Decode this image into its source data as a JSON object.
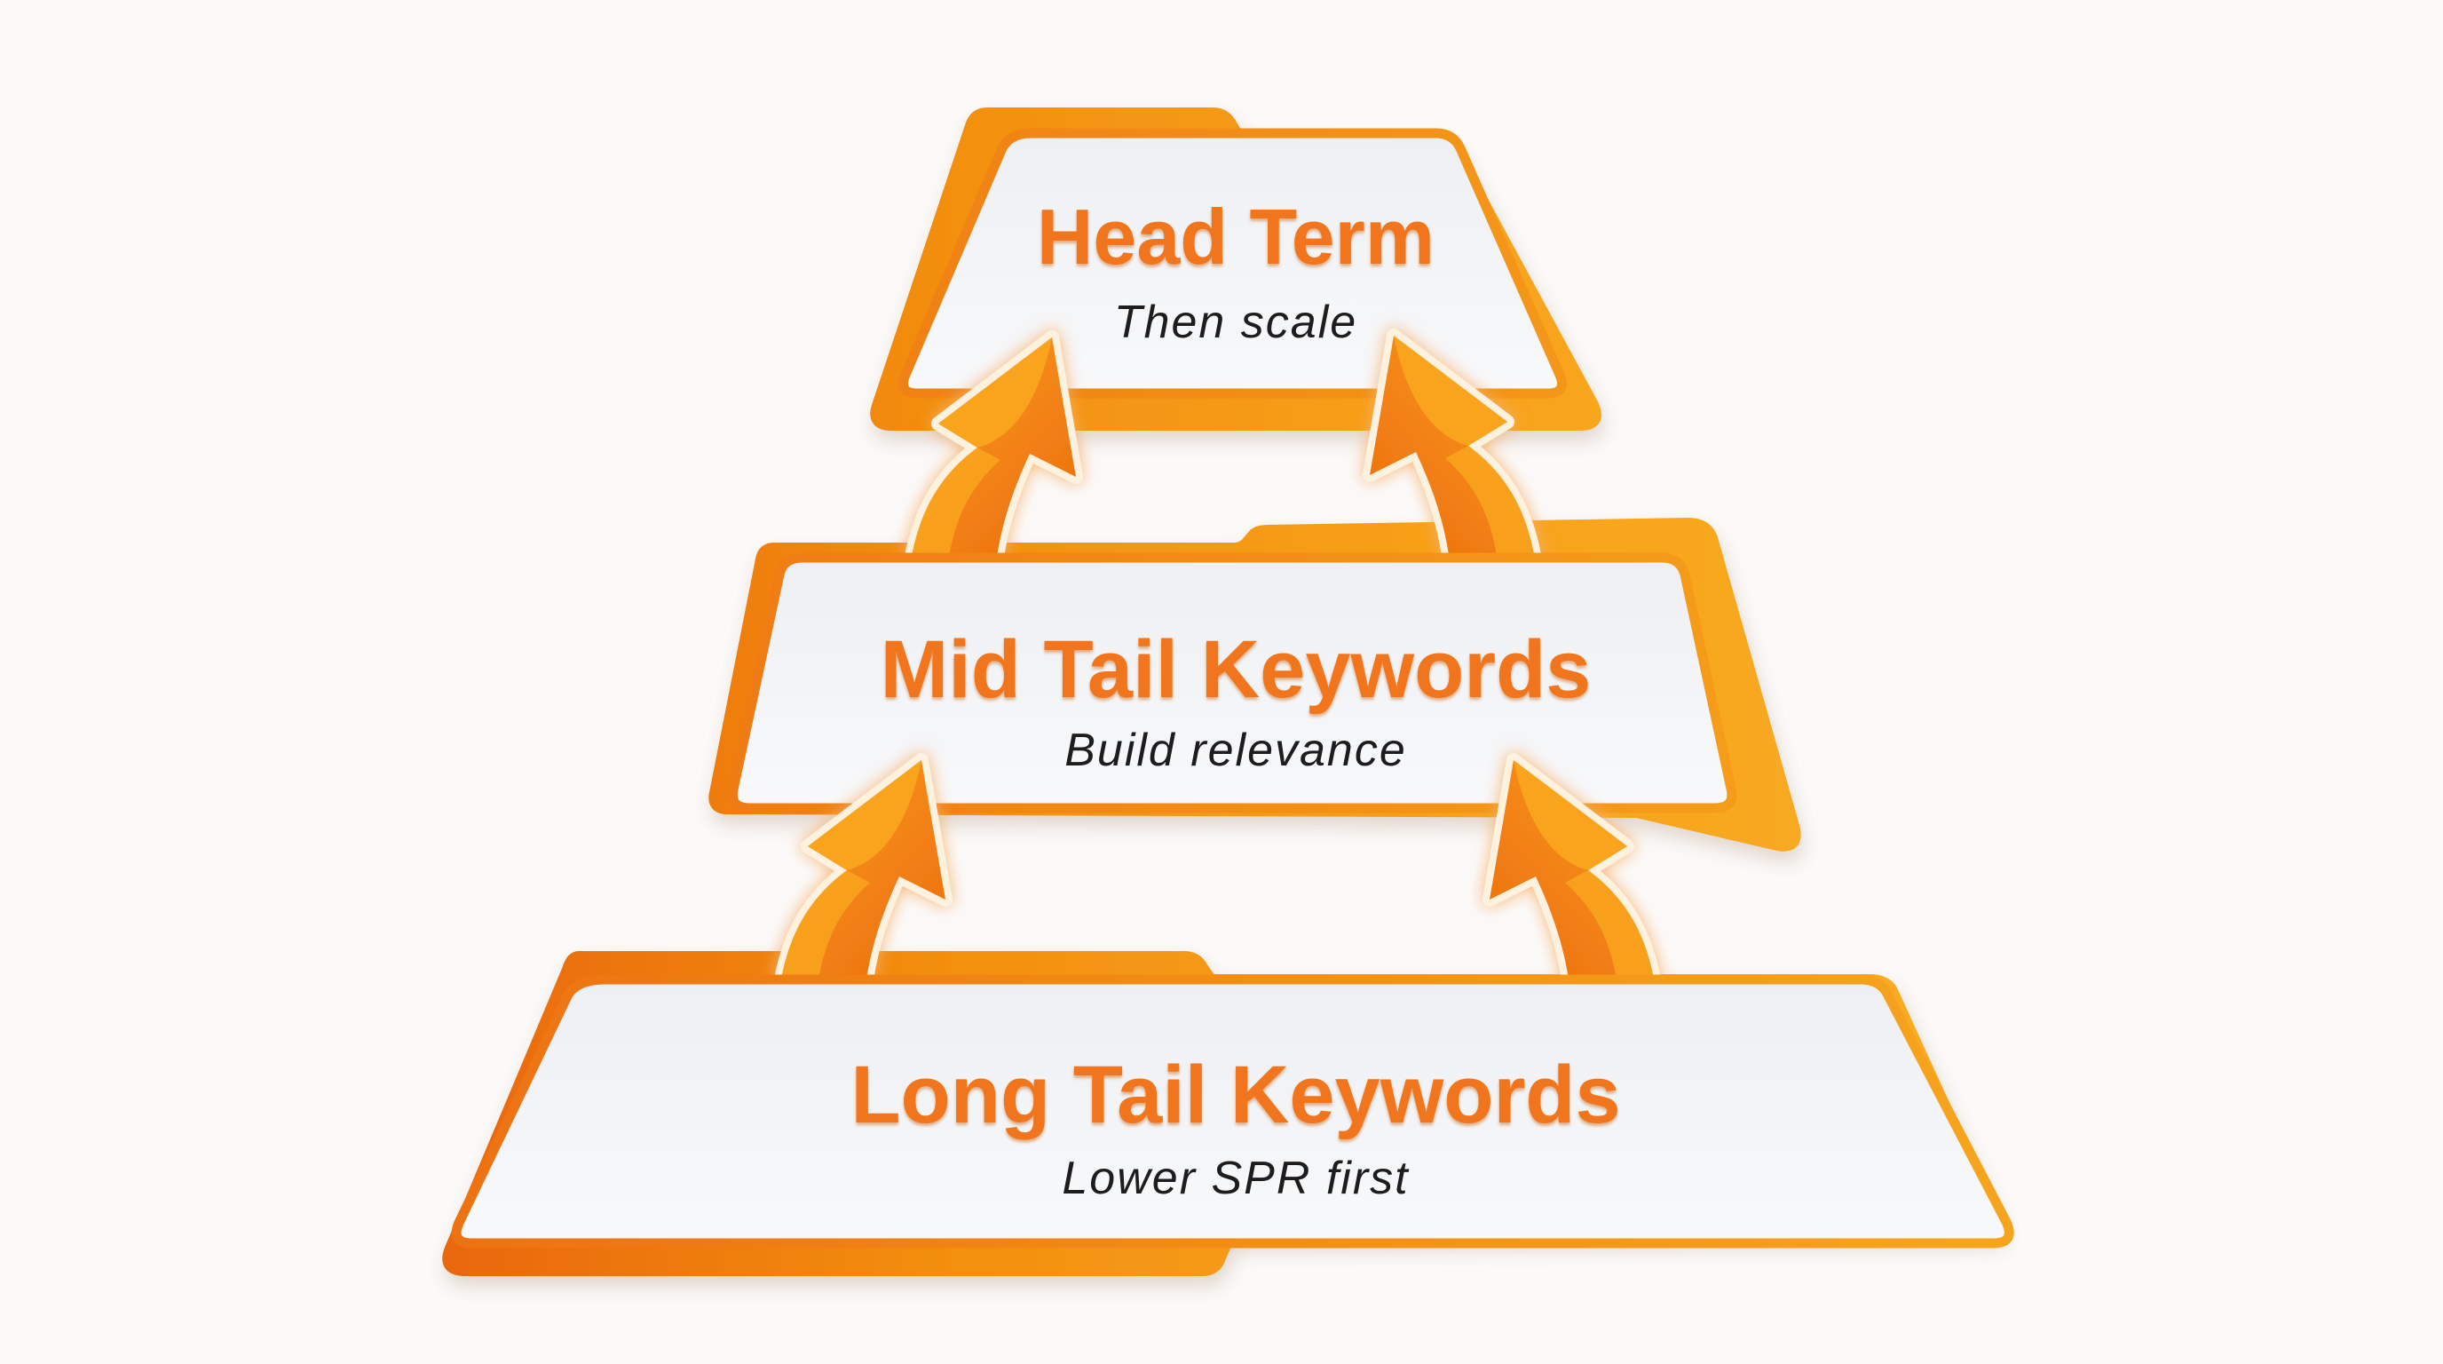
{
  "diagram": {
    "type": "pyramid",
    "subject": "SEO keyword strategy funnel",
    "direction": "bottom-up",
    "tiers": [
      {
        "position": "top",
        "title": "Head Term",
        "subtitle": "Then scale"
      },
      {
        "position": "middle",
        "title": "Mid Tail Keywords",
        "subtitle": "Build relevance"
      },
      {
        "position": "bottom",
        "title": "Long Tail Keywords",
        "subtitle": "Lower SPR first"
      }
    ],
    "arrows": [
      {
        "from": "Long Tail Keywords",
        "to": "Mid Tail Keywords",
        "side": "left",
        "direction": "up"
      },
      {
        "from": "Long Tail Keywords",
        "to": "Mid Tail Keywords",
        "side": "right",
        "direction": "up"
      },
      {
        "from": "Mid Tail Keywords",
        "to": "Head Term",
        "side": "left",
        "direction": "up"
      },
      {
        "from": "Mid Tail Keywords",
        "to": "Head Term",
        "side": "right",
        "direction": "up"
      }
    ],
    "colors": {
      "accent_orange": "#f1741c",
      "border_gradient_left": "#ec6f12",
      "border_gradient_right": "#f7a71f",
      "back_layer_gradient_left": "#e8600d",
      "back_layer_gradient_right": "#f9ae26",
      "panel_fill": "#f2f3f5",
      "subtitle_text": "#1d1d1d",
      "arrow_outline": "#fdf2df",
      "background": "#fbfaf9"
    }
  }
}
